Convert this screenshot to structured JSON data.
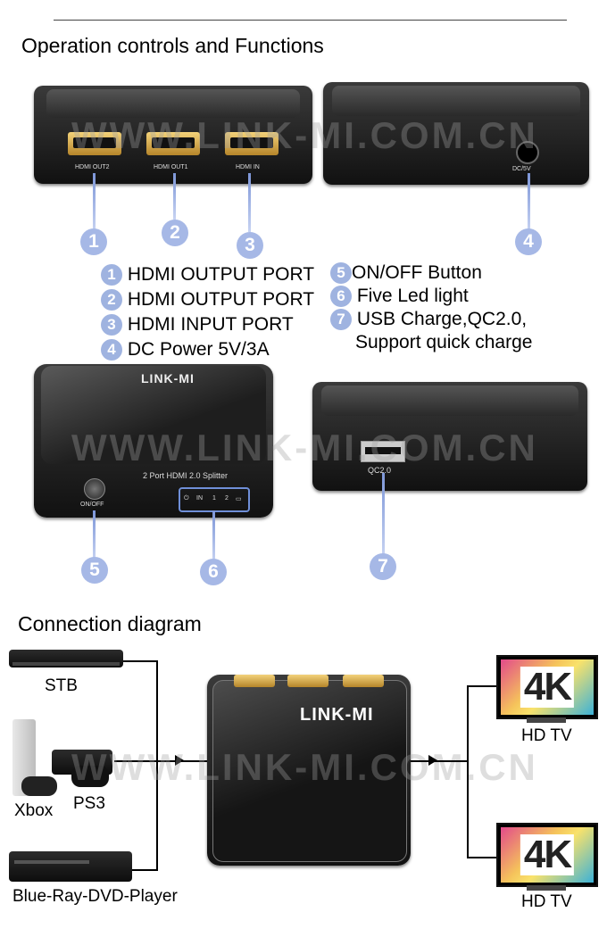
{
  "sections": {
    "operation_title": "Operation controls and Functions",
    "connection_title": "Connection diagram"
  },
  "watermark": "WWW.LINK-MI.COM.CN",
  "brand": "LINK-MI",
  "device_labels": {
    "hdmi_out2": "HDMI OUT2",
    "hdmi_out1": "HDMI OUT1",
    "hdmi_in": "HDMI IN",
    "dc_5v": "DC/5V",
    "on_off": "ON/OFF",
    "splitter_name": "2 Port HDMI 2.0 Splitter",
    "qc": "QC2.0",
    "leds": [
      "⏻",
      "IN",
      "1",
      "2",
      "▭"
    ]
  },
  "legend_left": [
    {
      "num": "1",
      "text": "HDMI OUTPUT PORT"
    },
    {
      "num": "2",
      "text": "HDMI OUTPUT PORT"
    },
    {
      "num": "3",
      "text": "HDMI INPUT PORT"
    },
    {
      "num": "4",
      "text": "DC Power 5V/3A"
    }
  ],
  "legend_right": [
    {
      "num": "5",
      "text": "ON/OFF Button"
    },
    {
      "num": "6",
      "text": "Five Led light"
    },
    {
      "num": "7",
      "text": "USB Charge,QC2.0,",
      "text2": "Support quick charge"
    }
  ],
  "callouts": [
    "1",
    "2",
    "3",
    "4",
    "5",
    "6",
    "7"
  ],
  "sources": {
    "stb": "STB",
    "xbox": "Xbox",
    "ps3": "PS3",
    "bluray": "Blue-Ray-DVD-Player"
  },
  "outputs": {
    "tv1": "HD TV",
    "tv2": "HD TV",
    "badge": "4K"
  },
  "colors": {
    "callout": "#a6b8e6",
    "device": "#1a1a1a",
    "port_gold": "#d7a94a"
  }
}
